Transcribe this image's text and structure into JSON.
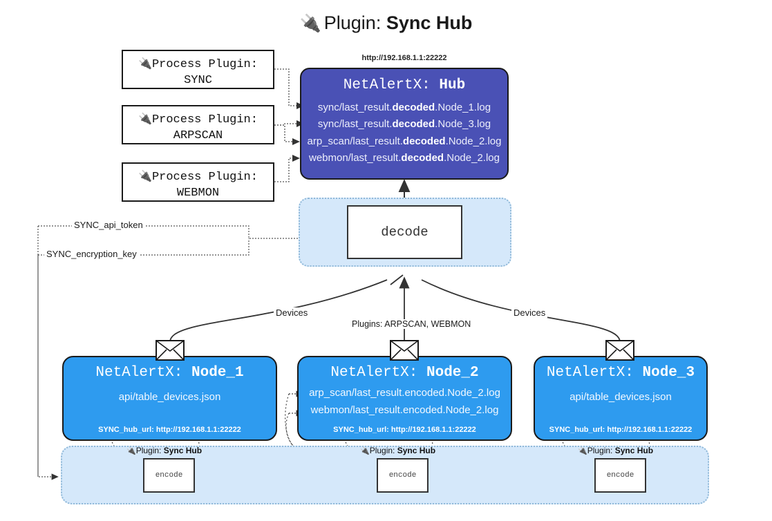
{
  "page": {
    "title_icon": "plug-icon",
    "title_prefix": "Plugin:",
    "title_name": "Sync Hub"
  },
  "process_plugins": [
    {
      "icon": "plug-icon",
      "line1": "Process Plugin:",
      "line2": "SYNC"
    },
    {
      "icon": "plug-icon",
      "line1": "Process Plugin:",
      "line2": "ARPSCAN"
    },
    {
      "icon": "plug-icon",
      "line1": "Process Plugin:",
      "line2": "WEBMON"
    }
  ],
  "hub": {
    "url": "http://192.168.1.1:22222",
    "title_prefix": "NetAlertX:",
    "title_name": "Hub",
    "logs": [
      {
        "pre": "sync/last_result.",
        "strong": "decoded",
        "post": ".Node_1.log"
      },
      {
        "pre": "sync/last_result.",
        "strong": "decoded",
        "post": ".Node_3.log"
      },
      {
        "pre": "arp_scan/last_result.",
        "strong": "decoded",
        "post": ".Node_2.log"
      },
      {
        "pre": "webmon/last_result.",
        "strong": "decoded",
        "post": ".Node_2.log"
      }
    ],
    "color": "#4a51b5"
  },
  "decode": {
    "label": "decode",
    "group_color": "#d5e8fa"
  },
  "settings_edges": [
    {
      "label": "SYNC_api_token"
    },
    {
      "label": "SYNC_encryption_key"
    }
  ],
  "flow_labels": {
    "left_devices": "Devices",
    "center_plugins": "Plugins: ARPSCAN, WEBMON",
    "right_devices": "Devices"
  },
  "nodes": [
    {
      "title_prefix": "NetAlertX:",
      "title_name": "Node_1",
      "lines": [
        "api/table_devices.json"
      ],
      "footer": "SYNC_hub_url: http://192.168.1.1:22222",
      "icon": "envelope-icon",
      "color": "#2e9bef"
    },
    {
      "title_prefix": "NetAlertX:",
      "title_name": "Node_2",
      "lines": [
        "arp_scan/last_result.encoded.Node_2.log",
        "webmon/last_result.encoded.Node_2.log"
      ],
      "footer": "SYNC_hub_url: http://192.168.1.1:22222",
      "icon": "envelope-icon",
      "color": "#2e9bef"
    },
    {
      "title_prefix": "NetAlertX:",
      "title_name": "Node_3",
      "lines": [
        "api/table_devices.json"
      ],
      "footer": "SYNC_hub_url: http://192.168.1.1:22222",
      "icon": "envelope-icon",
      "color": "#2e9bef"
    }
  ],
  "plugin_instances": [
    {
      "icon": "plug-icon",
      "label_prefix": "Plugin:",
      "label_name": "Sync Hub",
      "box_label": "encode"
    },
    {
      "icon": "plug-icon",
      "label_prefix": "Plugin:",
      "label_name": "Sync Hub",
      "box_label": "encode"
    },
    {
      "icon": "plug-icon",
      "label_prefix": "Plugin:",
      "label_name": "Sync Hub",
      "box_label": "encode"
    }
  ]
}
